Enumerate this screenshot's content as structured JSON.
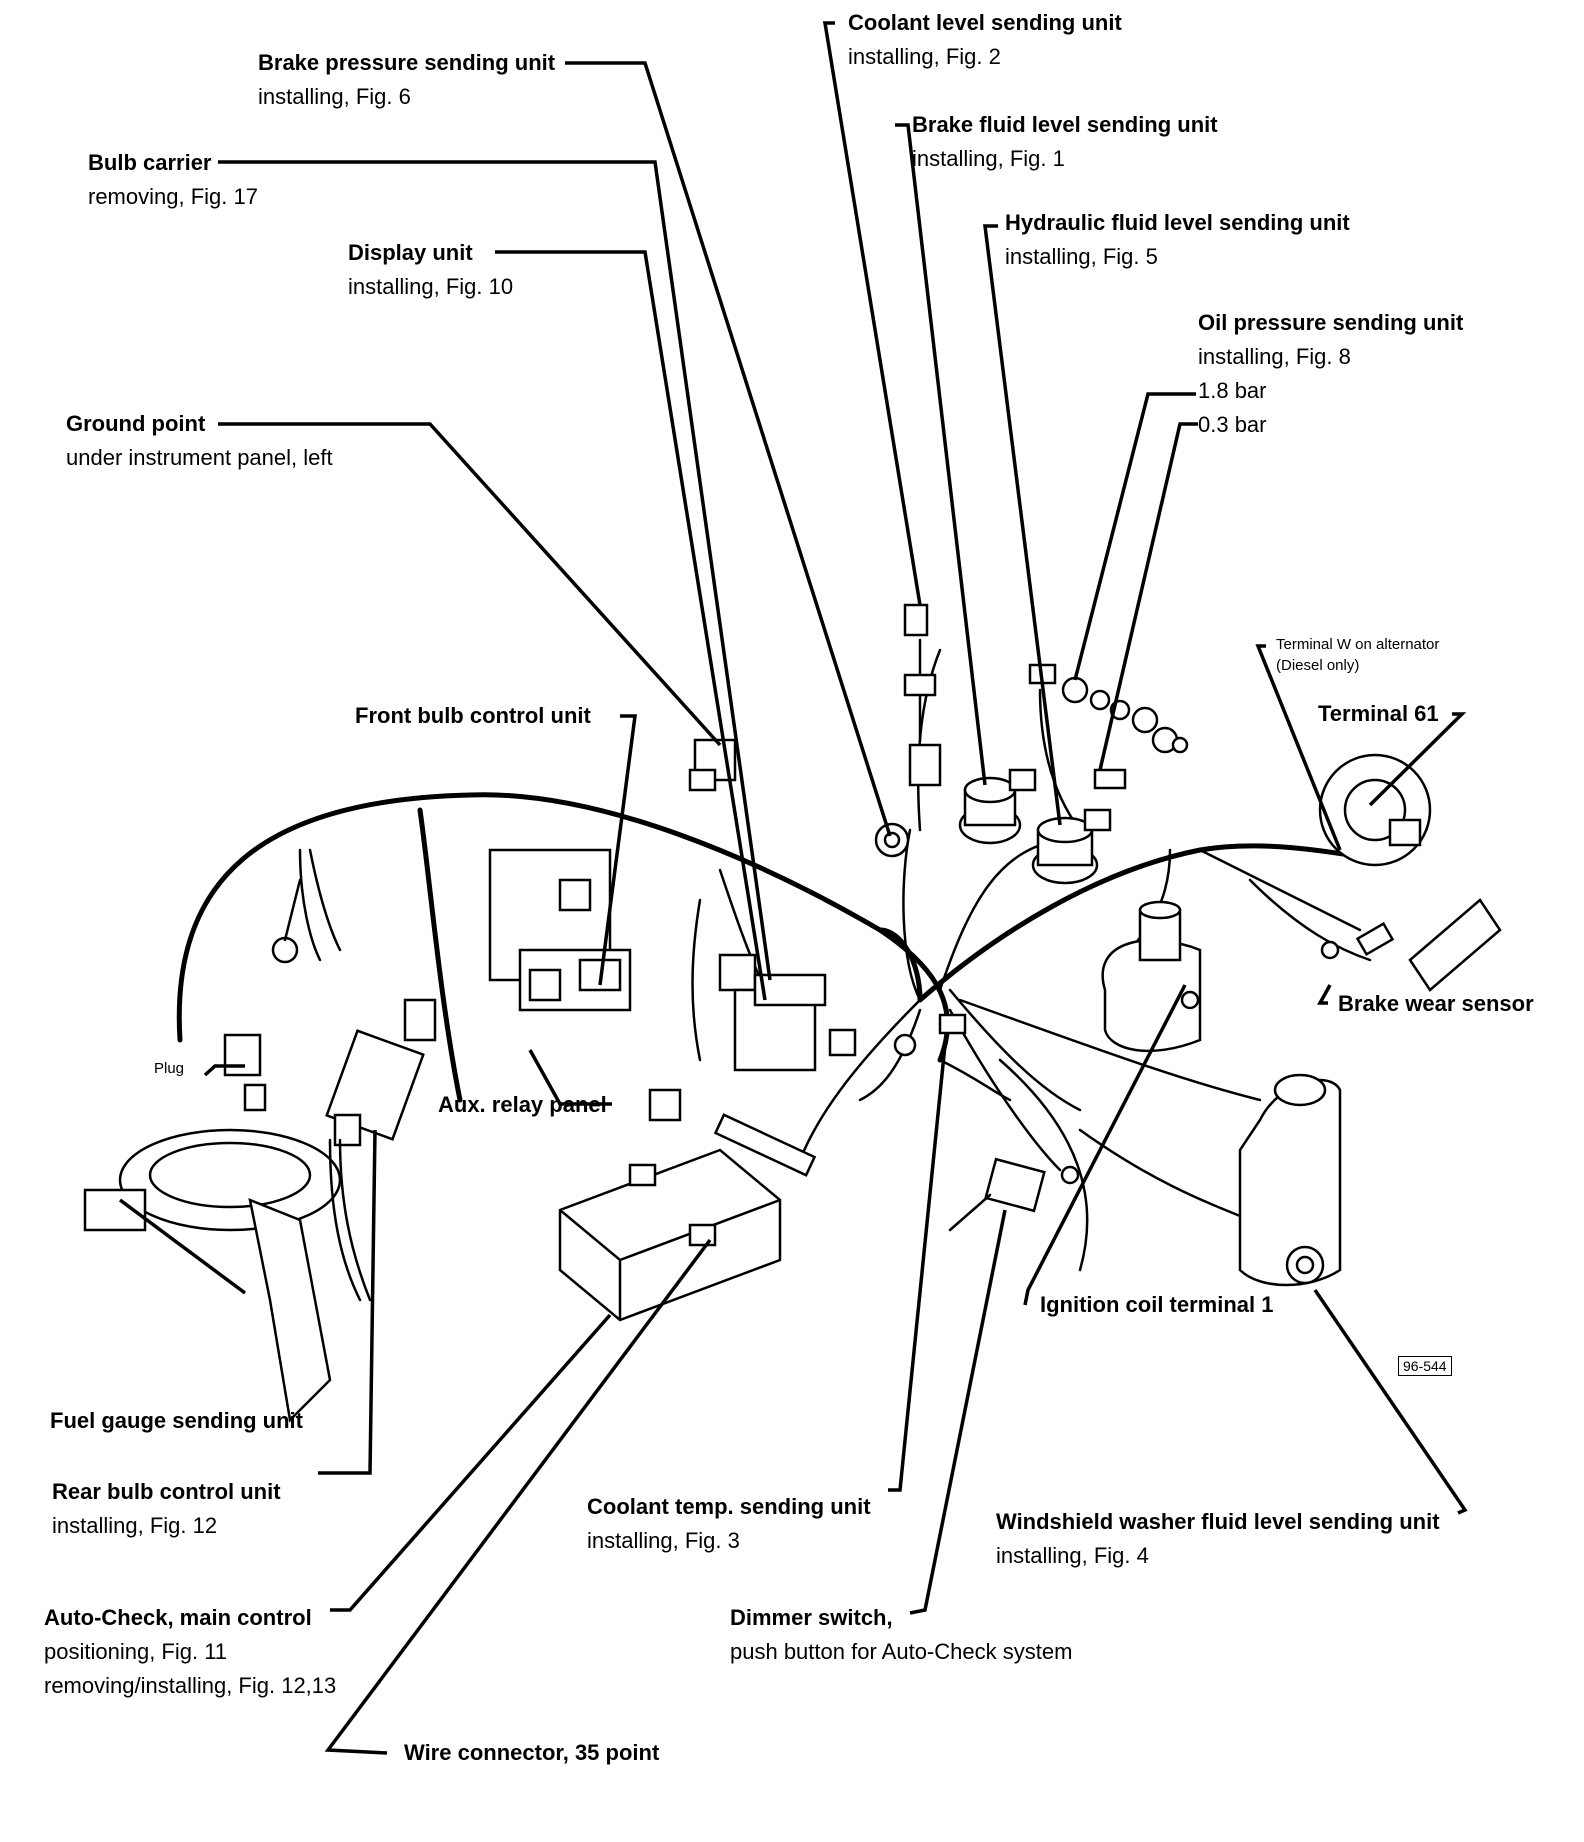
{
  "figure_id": "96-544",
  "labels": [
    {
      "id": "coolant-level",
      "title": "Coolant level sending unit",
      "lines": [
        "installing, Fig. 2"
      ]
    },
    {
      "id": "brake-pressure",
      "title": "Brake pressure sending unit",
      "lines": [
        "installing, Fig. 6"
      ]
    },
    {
      "id": "brake-fluid",
      "title": "Brake fluid level sending unit",
      "lines": [
        "installing, Fig. 1"
      ]
    },
    {
      "id": "bulb-carrier",
      "title": "Bulb carrier",
      "lines": [
        "removing, Fig. 17"
      ]
    },
    {
      "id": "hydraulic-fluid",
      "title": "Hydraulic fluid level sending unit",
      "lines": [
        "installing, Fig. 5"
      ]
    },
    {
      "id": "display-unit",
      "title": "Display unit",
      "lines": [
        "installing, Fig. 10"
      ]
    },
    {
      "id": "oil-pressure",
      "title": "Oil pressure sending unit",
      "lines": [
        "installing, Fig. 8",
        "1.8 bar",
        "0.3 bar"
      ]
    },
    {
      "id": "ground-point",
      "title": "Ground point",
      "lines": [
        "under instrument panel, left"
      ]
    },
    {
      "id": "terminal-w",
      "title": "",
      "lines": [
        "Terminal W on alternator",
        "(Diesel only)"
      ]
    },
    {
      "id": "terminal-61",
      "title": "Terminal 61",
      "lines": []
    },
    {
      "id": "front-bulb",
      "title": "Front bulb control unit",
      "lines": []
    },
    {
      "id": "plug",
      "title": "",
      "lines": [
        "Plug"
      ]
    },
    {
      "id": "aux-relay",
      "title": "Aux. relay panel",
      "lines": []
    },
    {
      "id": "brake-wear",
      "title": "Brake wear sensor",
      "lines": []
    },
    {
      "id": "ignition-coil",
      "title": "Ignition coil terminal 1",
      "lines": []
    },
    {
      "id": "fuel-gauge",
      "title": "Fuel gauge sending unit",
      "lines": []
    },
    {
      "id": "rear-bulb",
      "title": "Rear bulb control unit",
      "lines": [
        "installing, Fig. 12"
      ]
    },
    {
      "id": "coolant-temp",
      "title": "Coolant temp. sending unit",
      "lines": [
        "installing, Fig. 3"
      ]
    },
    {
      "id": "washer-fluid",
      "title": "Windshield washer fluid level sending unit",
      "lines": [
        "installing, Fig. 4"
      ]
    },
    {
      "id": "autocheck",
      "title": "Auto-Check, main control",
      "lines": [
        "positioning, Fig. 11",
        "removing/installing, Fig. 12,13"
      ]
    },
    {
      "id": "dimmer",
      "title": "Dimmer switch,",
      "lines": [
        "push button for Auto-Check system"
      ]
    },
    {
      "id": "wire-connector",
      "title": "Wire connector, 35 point",
      "lines": []
    }
  ]
}
